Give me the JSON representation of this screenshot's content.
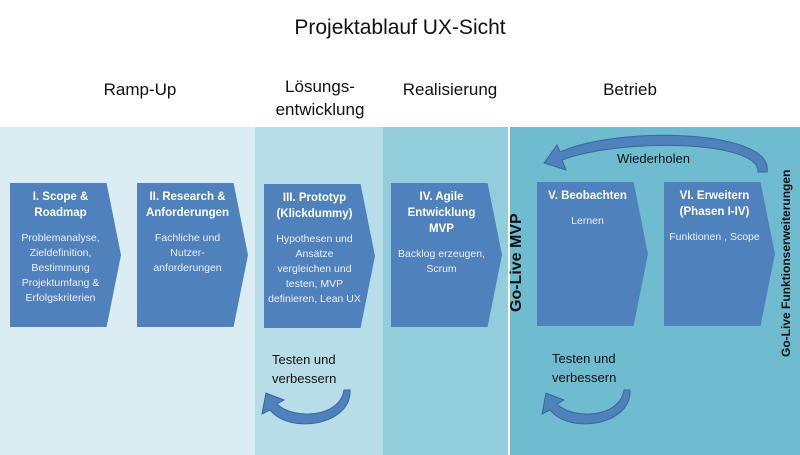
{
  "title": "Projektablauf UX-Sicht",
  "phases": [
    "Ramp-Up",
    "Lösungs-\nentwicklung",
    "Realisierung",
    "Betrieb"
  ],
  "steps": [
    {
      "title": "I. Scope & Roadmap",
      "desc": "Problemanalyse, Zieldefinition, Bestimmung Projektumfang & Erfolgskriterien"
    },
    {
      "title": "II. Research & Anforderungen",
      "desc": "Fachliche  und Nutzer-anforderungen"
    },
    {
      "title": "III. Prototyp (Klickdummy)",
      "desc": "Hypothesen  und Ansätze vergleichen und testen, MVP definieren, Lean UX"
    },
    {
      "title": "IV. Agile Entwicklung MVP",
      "desc": "Backlog erzeugen, Scrum"
    },
    {
      "title": "V. Beobachten",
      "desc": "Lernen"
    },
    {
      "title": "VI. Erweitern (Phasen I-IV)",
      "desc": "Funktionen , Scope"
    }
  ],
  "loop_labels": {
    "test1": "Testen und verbessern",
    "test2": "Testen und verbessern",
    "repeat": "Wiederholen"
  },
  "milestones": {
    "mvp": "Go-Live MVP",
    "features": "Go-Live Funktionserweiterungen"
  },
  "colors": {
    "band1": "#dbedf3",
    "band2": "#b7dde8",
    "band3": "#92cddc",
    "band4": "#6fbcd1",
    "box": "#4f81bd"
  }
}
